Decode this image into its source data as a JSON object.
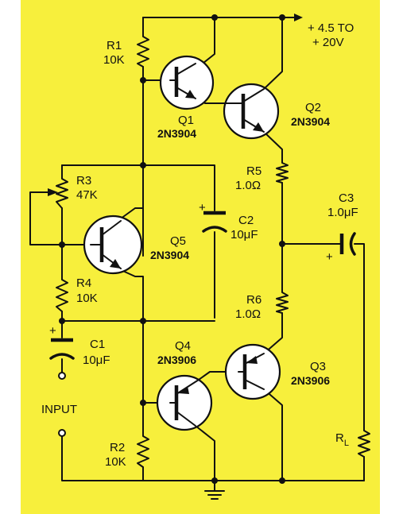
{
  "colors": {
    "background": "#f7ef3c",
    "ink": "#111111",
    "transistor_fill": "#ffffff",
    "frame": "#ffffff"
  },
  "supply": {
    "label_line1": "+ 4.5 TO",
    "label_line2": "+ 20V"
  },
  "components": {
    "R1": {
      "name": "R1",
      "value": "10K"
    },
    "R2": {
      "name": "R2",
      "value": "10K"
    },
    "R3": {
      "name": "R3",
      "value": "47K"
    },
    "R4": {
      "name": "R4",
      "value": "10K"
    },
    "R5": {
      "name": "R5",
      "value": "1.0Ω"
    },
    "R6": {
      "name": "R6",
      "value": "1.0Ω"
    },
    "C1": {
      "name": "C1",
      "value": "10μF"
    },
    "C2": {
      "name": "C2",
      "value": "10μF"
    },
    "C3": {
      "name": "C3",
      "value": "1.0μF"
    },
    "Q1": {
      "name": "Q1",
      "part": "2N3904"
    },
    "Q2": {
      "name": "Q2",
      "part": "2N3904"
    },
    "Q3": {
      "name": "Q3",
      "part": "2N3906"
    },
    "Q4": {
      "name": "Q4",
      "part": "2N3906"
    },
    "Q5": {
      "name": "Q5",
      "part": "2N3904"
    },
    "RL": {
      "name": "R",
      "subscript": "L"
    }
  },
  "input": {
    "label": "INPUT"
  },
  "polarity": {
    "plus": "+"
  }
}
